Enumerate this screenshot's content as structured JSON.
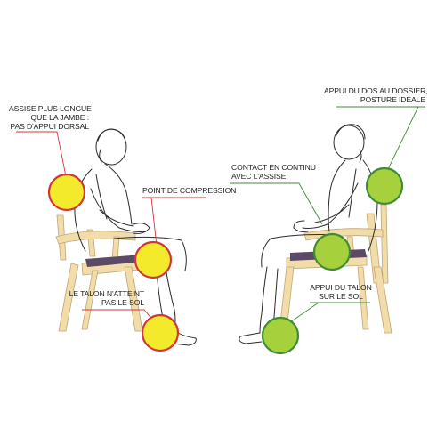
{
  "colors": {
    "bad_fill": "#f4ea2c",
    "bad_ring": "#d2363a",
    "good_fill": "#a6d13c",
    "good_ring": "#3f8c37",
    "chair_wood": "#f2dca9",
    "chair_edge": "#bfa676",
    "seat_cushion": "#5b4a66",
    "ink": "#2b2b2b"
  },
  "left_figure": {
    "labels": {
      "seat_too_long": [
        "ASSISE PLUS LONGUE",
        "QUE LA JAMBE :",
        "PAS D'APPUI DORSAL"
      ],
      "pressure_point": [
        "POINT DE COMPRESSION"
      ],
      "heel_not_reaching": [
        "LE TALON N'ATTEINT",
        "PAS LE SOL"
      ]
    }
  },
  "right_figure": {
    "labels": {
      "back_support": [
        "APPUI DU DOS AU DOSSIER,",
        "POSTURE IDÉALE"
      ],
      "continuous_contact": [
        "CONTACT EN CONTINU",
        "AVEC L'ASSISE"
      ],
      "heel_support": [
        "APPUI DU TALON",
        "SUR LE SOL"
      ]
    }
  }
}
